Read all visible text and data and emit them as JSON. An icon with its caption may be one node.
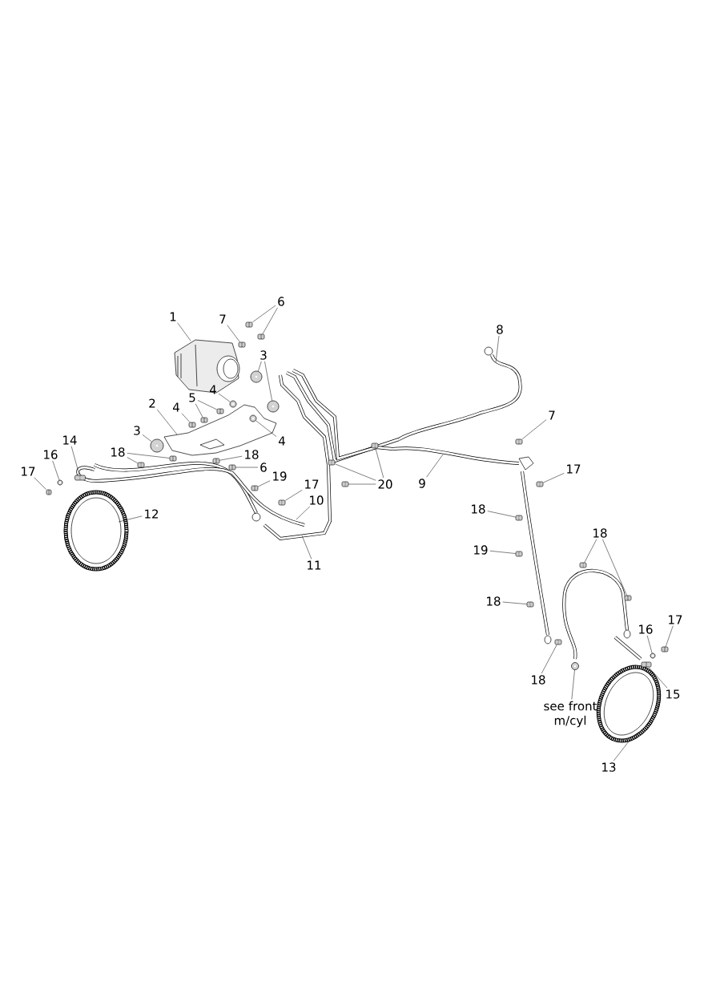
{
  "diagram": {
    "nodes": [
      {
        "text": [
          "1"
        ]
      },
      {
        "text": [
          "6"
        ]
      },
      {
        "text": [
          "7"
        ]
      },
      {
        "text": [
          "3"
        ]
      },
      {
        "text": [
          "8"
        ]
      },
      {
        "text": [
          "4"
        ]
      },
      {
        "text": [
          "5"
        ]
      },
      {
        "text": [
          "2"
        ]
      },
      {
        "text": [
          "4"
        ]
      },
      {
        "text": [
          "4"
        ]
      },
      {
        "text": [
          "3"
        ]
      },
      {
        "text": [
          "14"
        ]
      },
      {
        "text": [
          "16"
        ]
      },
      {
        "text": [
          "17"
        ]
      },
      {
        "text": [
          "18"
        ]
      },
      {
        "text": [
          "18"
        ]
      },
      {
        "text": [
          "6"
        ]
      },
      {
        "text": [
          "19"
        ]
      },
      {
        "text": [
          "17"
        ]
      },
      {
        "text": [
          "10"
        ]
      },
      {
        "text": [
          "11"
        ]
      },
      {
        "text": [
          "12"
        ]
      },
      {
        "text": [
          "20"
        ]
      },
      {
        "text": [
          "9"
        ]
      },
      {
        "text": [
          "7"
        ]
      },
      {
        "text": [
          "17"
        ]
      },
      {
        "text": [
          "18"
        ]
      },
      {
        "text": [
          "19"
        ]
      },
      {
        "text": [
          "18"
        ]
      },
      {
        "text": [
          "18"
        ]
      },
      {
        "text": [
          "18"
        ]
      },
      {
        "text": [
          "16"
        ]
      },
      {
        "text": [
          "17"
        ]
      },
      {
        "text": [
          "15"
        ]
      },
      {
        "text": [
          "see front m/cyl"
        ]
      },
      {
        "text": [
          "13"
        ]
      },
      {
        "text": [],
        "shape": "picture"
      },
      {
        "text": [],
        "shape": "picture"
      },
      {
        "text": [],
        "shape": "picture"
      },
      {
        "text": [],
        "shape": "circle"
      },
      {
        "text": [],
        "shape": "circle"
      },
      {
        "text": [],
        "shape": "circle"
      },
      {
        "text": [],
        "shape": "picture"
      },
      {
        "text": [],
        "shape": "picture"
      },
      {
        "text": [],
        "shape": "picture"
      },
      {
        "text": [],
        "shape": "circle"
      },
      {
        "text": [],
        "shape": "circle"
      },
      {
        "text": [],
        "shape": "picture"
      },
      {
        "text": [],
        "shape": "circle"
      },
      {
        "text": [],
        "shape": "picture"
      },
      {
        "text": [],
        "shape": "picture"
      },
      {
        "text": [],
        "shape": "picture"
      },
      {
        "text": [],
        "shape": "picture"
      },
      {
        "text": [],
        "shape": "picture"
      },
      {
        "text": [],
        "shape": "picture"
      },
      {
        "text": [],
        "shape": "picture"
      },
      {
        "text": [],
        "shape": "picture"
      },
      {
        "text": [],
        "shape": "picture"
      },
      {
        "text": [],
        "shape": "picture"
      },
      {
        "text": [],
        "shape": "picture"
      },
      {
        "text": [],
        "shape": "picture"
      },
      {
        "text": [],
        "shape": "picture"
      },
      {
        "text": [],
        "shape": "picture"
      },
      {
        "text": [],
        "shape": "picture"
      },
      {
        "text": [],
        "shape": "picture"
      },
      {
        "text": [],
        "shape": "picture"
      },
      {
        "text": [],
        "shape": "picture"
      },
      {
        "text": [],
        "shape": "circle"
      },
      {
        "text": [],
        "shape": "picture"
      },
      {
        "text": [],
        "shape": "picture"
      },
      {
        "text": [],
        "shape": "circle"
      }
    ],
    "edges": [
      {
        "from": 0,
        "to": null,
        "arrow": "none"
      },
      {
        "from": 1,
        "to": 36,
        "arrow": "none"
      },
      {
        "from": 1,
        "to": 37,
        "arrow": "none"
      },
      {
        "from": 2,
        "to": 38,
        "arrow": "none"
      },
      {
        "from": 3,
        "to": 39,
        "arrow": "none"
      },
      {
        "from": 3,
        "to": 40,
        "arrow": "none"
      },
      {
        "from": 4,
        "to": null,
        "arrow": "none"
      },
      {
        "from": 5,
        "to": 41,
        "arrow": "none"
      },
      {
        "from": 6,
        "to": 42,
        "arrow": "none"
      },
      {
        "from": 6,
        "to": 43,
        "arrow": "none"
      },
      {
        "from": 7,
        "to": null,
        "arrow": "none"
      },
      {
        "from": 8,
        "to": 44,
        "arrow": "none"
      },
      {
        "from": 9,
        "to": 45,
        "arrow": "none"
      },
      {
        "from": 10,
        "to": 46,
        "arrow": "none"
      },
      {
        "from": 11,
        "to": 47,
        "arrow": "none"
      },
      {
        "from": 12,
        "to": 48,
        "arrow": "none"
      },
      {
        "from": 13,
        "to": 49,
        "arrow": "none"
      },
      {
        "from": 14,
        "to": 50,
        "arrow": "none"
      },
      {
        "from": 14,
        "to": 51,
        "arrow": "none"
      },
      {
        "from": 15,
        "to": 52,
        "arrow": "none"
      },
      {
        "from": 16,
        "to": 53,
        "arrow": "none"
      },
      {
        "from": 17,
        "to": 54,
        "arrow": "none"
      },
      {
        "from": 18,
        "to": 55,
        "arrow": "none"
      },
      {
        "from": 19,
        "to": null,
        "arrow": "none"
      },
      {
        "from": 20,
        "to": null,
        "arrow": "none"
      },
      {
        "from": 21,
        "to": null,
        "arrow": "none"
      },
      {
        "from": 22,
        "to": 56,
        "arrow": "none"
      },
      {
        "from": 22,
        "to": 57,
        "arrow": "none"
      },
      {
        "from": 22,
        "to": 58,
        "arrow": "none"
      },
      {
        "from": 23,
        "to": null,
        "arrow": "none"
      },
      {
        "from": 24,
        "to": 59,
        "arrow": "none"
      },
      {
        "from": 25,
        "to": 60,
        "arrow": "none"
      },
      {
        "from": 26,
        "to": 61,
        "arrow": "none"
      },
      {
        "from": 27,
        "to": 62,
        "arrow": "none"
      },
      {
        "from": 28,
        "to": 63,
        "arrow": "none"
      },
      {
        "from": 29,
        "to": 64,
        "arrow": "none"
      },
      {
        "from": 29,
        "to": 65,
        "arrow": "none"
      },
      {
        "from": 30,
        "to": 66,
        "arrow": "none"
      },
      {
        "from": 31,
        "to": 67,
        "arrow": "none"
      },
      {
        "from": 32,
        "to": 68,
        "arrow": "none"
      },
      {
        "from": 33,
        "to": 69,
        "arrow": "none"
      },
      {
        "from": 34,
        "to": 70,
        "arrow": "none"
      },
      {
        "from": 35,
        "to": null,
        "arrow": "none"
      }
    ]
  }
}
